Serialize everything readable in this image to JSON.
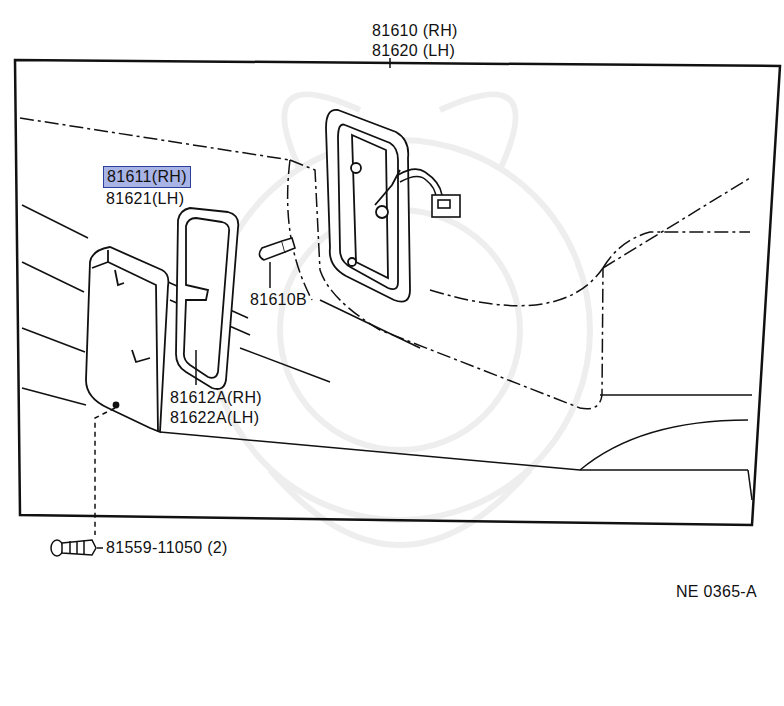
{
  "diagram": {
    "nodes": [
      {
        "text": [
          "81611(RH)"
        ]
      }
    ],
    "labels": [
      "81610 (RH)",
      "81620 (LH)",
      "81621(LH)",
      "81610B",
      "81612A(RH)",
      "81622A(LH)",
      "81559-11050 (2)",
      "NE 0365-A"
    ]
  }
}
